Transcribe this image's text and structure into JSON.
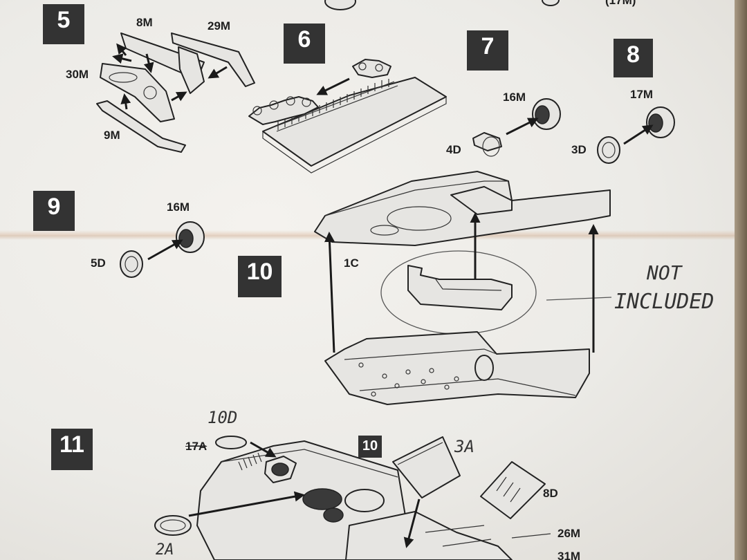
{
  "steps": [
    {
      "number": "5"
    },
    {
      "number": "6"
    },
    {
      "number": "7"
    },
    {
      "number": "8"
    },
    {
      "number": "9"
    },
    {
      "number": "10"
    },
    {
      "number": "11"
    }
  ],
  "parts": {
    "p8m": "8M",
    "p29m": "29M",
    "p30m": "30M",
    "p9m": "9M",
    "p16m_7": "16M",
    "p4d": "4D",
    "p17m": "17M",
    "p3d": "3D",
    "p16m_9": "16M",
    "p5d": "5D",
    "p1c": "1C",
    "p17a": "17A",
    "p10_tag": "10",
    "p8d": "8D",
    "p26m": "26M",
    "p31m": "31M"
  },
  "handwritten": {
    "not": "NOT",
    "included": "INCLUDED",
    "h10d": "10D",
    "h3a": "3A",
    "h2a": "2A"
  },
  "top_cut": "(17M)"
}
